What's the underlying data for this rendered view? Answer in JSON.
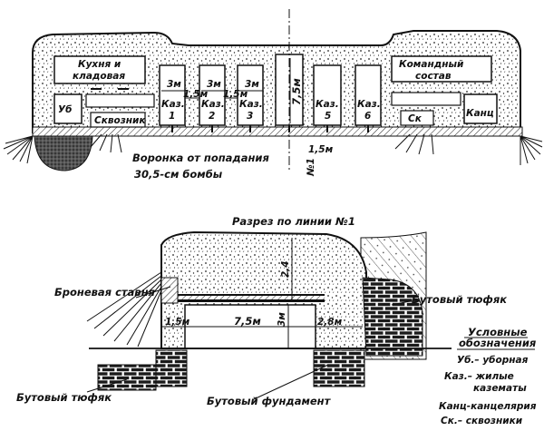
{
  "plan": {
    "rooms": {
      "kitchen_line1": "Кухня и",
      "kitchen_line2": "кладовая",
      "command_line1": "Командный",
      "command_line2": "состав",
      "toilet": "Уб",
      "passage": "Сквозник",
      "passage_short": "Ск",
      "office": "Канц",
      "kaz1": "Каз.",
      "kaz1_num": "1",
      "kaz2": "Каз.",
      "kaz2_num": "2",
      "kaz3": "Каз.",
      "kaz3_num": "3",
      "kaz5": "Каз.",
      "kaz5_num": "5",
      "kaz6": "Каз.",
      "kaz6_num": "6"
    },
    "dimensions": {
      "d3m_a": "3м",
      "d3m_b": "3м",
      "d3m_c": "3м",
      "d15_a": "1,5м",
      "d15_b": "1,5м",
      "d75": "7,5м",
      "d15_bottom": "1,5м"
    },
    "section_line": "№1",
    "crater_line1": "Воронка от попадания",
    "crater_line2": "30,5-см бомбы"
  },
  "section": {
    "title": "Разрез по линии №1",
    "armored_wall": "Броневая ставня",
    "rubble_right": "Бутовый тюфяк",
    "rubble_left": "Бутовый тюфяк",
    "foundation": "Бутовый фундамент",
    "dimensions": {
      "d15": "1,5м",
      "d75": "7,5м",
      "d3m": "3м",
      "d28": "2,8м",
      "d24": "2,4"
    }
  },
  "legend": {
    "title_line1": "Условные",
    "title_line2": "обозначения",
    "items": [
      "Уб.– уборная",
      "Каз.– жилые",
      "казематы",
      "Канц-канцелярия",
      "Ск.– сквозники"
    ]
  }
}
